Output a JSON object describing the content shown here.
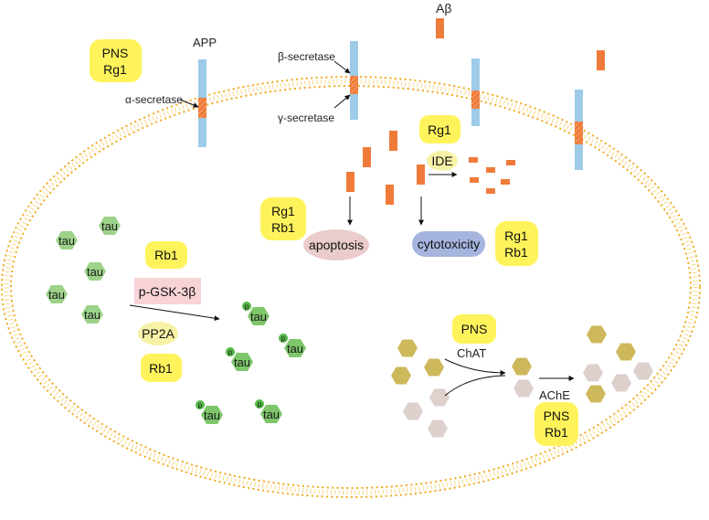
{
  "labels": {
    "abeta": "Aβ",
    "app": "APP",
    "alpha_secretase": "α-secretase",
    "beta_secretase": "β-secretase",
    "gamma_secretase": "γ-secretase",
    "ide": "IDE",
    "apoptosis": "apoptosis",
    "cytotoxicity": "cytotoxicity",
    "gsk3b": "p-GSK-3β",
    "pp2a": "PP2A",
    "chat": "ChAT",
    "ache": "AChE",
    "tau": "tau",
    "p": "p"
  },
  "drug_boxes": {
    "pns_rg1_top": [
      "PNS",
      "Rg1"
    ],
    "rg1_ide": [
      "Rg1"
    ],
    "rg1_rb1_apoptosis": [
      "Rg1",
      "Rb1"
    ],
    "rg1_rb1_cytotoxicity": [
      "Rg1",
      "Rb1"
    ],
    "rb1_tau": [
      "Rb1"
    ],
    "rb1_pp2a": [
      "Rb1"
    ],
    "pns_chat": [
      "PNS"
    ],
    "pns_rb1_ache": [
      "PNS",
      "Rb1"
    ]
  },
  "colors": {
    "membrane": "#F0AE2A",
    "drug_box": "#FFF35C",
    "app_bar": "#9DCBE9",
    "abeta": "#EF7B3A",
    "tau": "#9CD28A",
    "tau_p": "#7DC66A",
    "apoptosis": "#E9CCCB",
    "cytotoxicity": "#A5B5DE",
    "gsk3b": "#F7D3D6",
    "pp2a": "#F7F2A6",
    "ide": "#F7F2A6",
    "ach": "#CDB95C",
    "choline": "#DDD0CD"
  }
}
